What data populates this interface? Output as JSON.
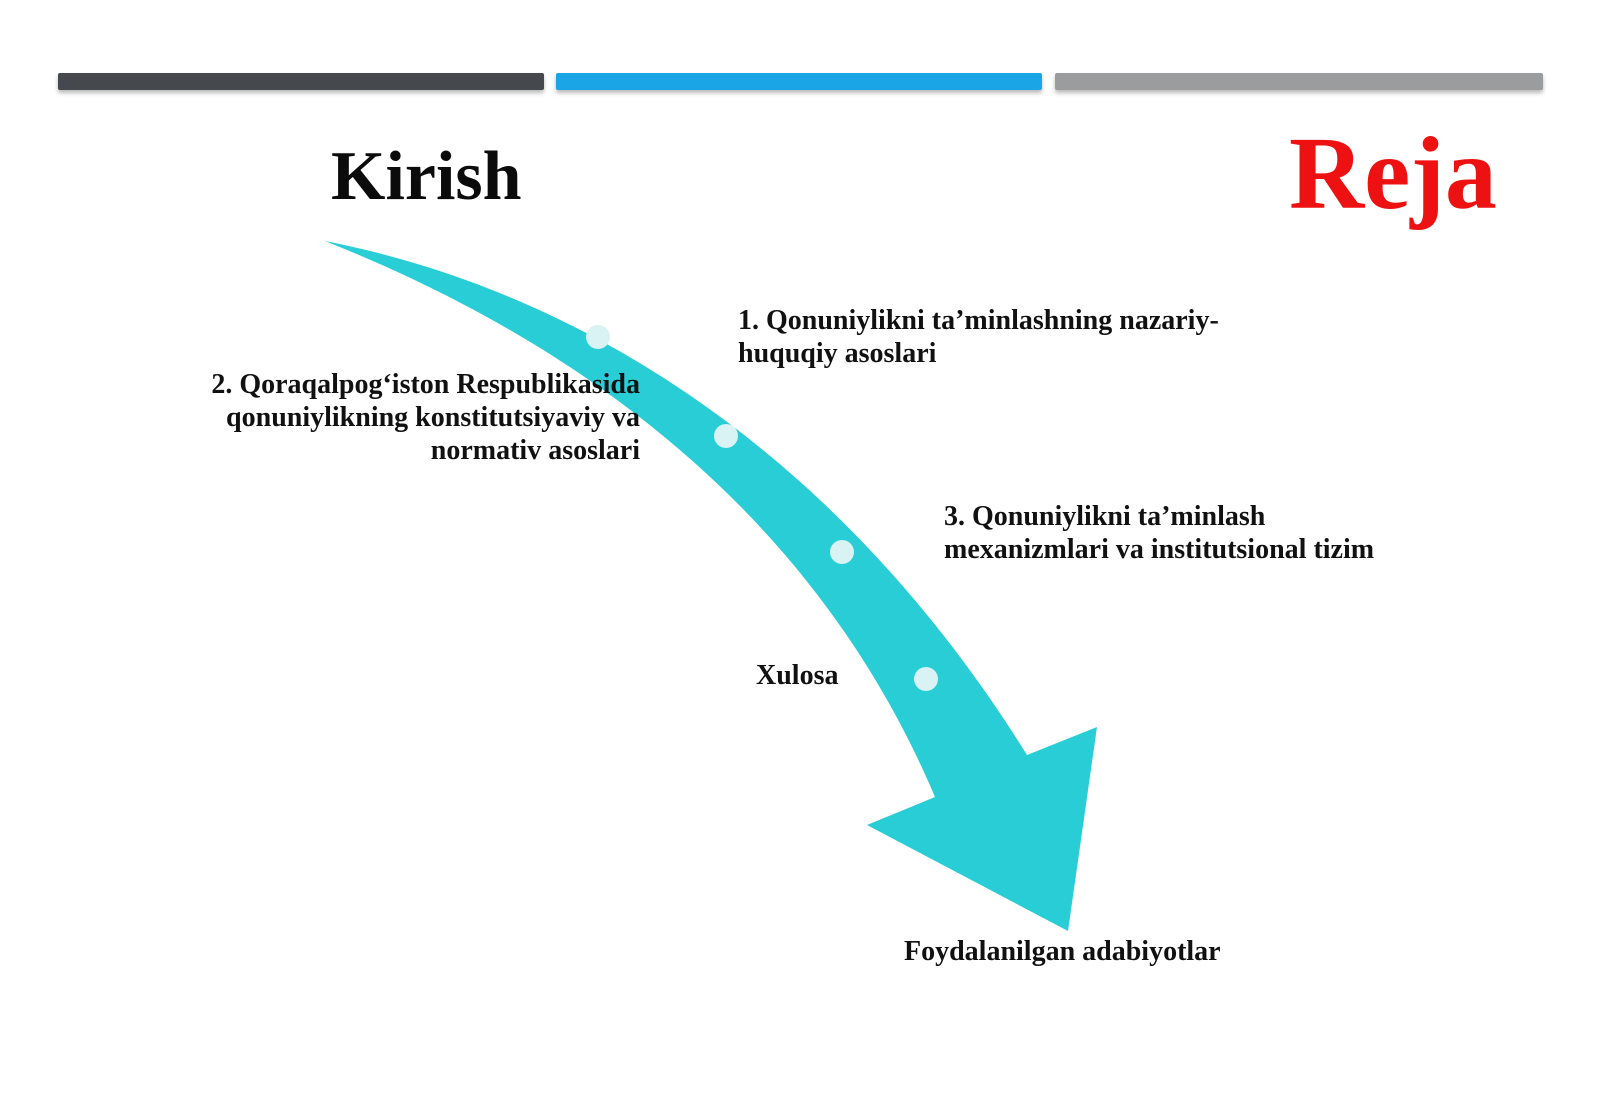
{
  "slide": {
    "heading_left": "Kirish",
    "heading_right": "Reja",
    "plan_items": [
      "1. Qonuniylikni ta’minlashning nazariy-huquqiy asoslari",
      "2. Qoraqalpog‘iston Respublikasida qonuniylikning konstitutsiyaviy va normativ asoslari",
      "3. Qonuniylikni ta’minlash mexanizmlari va institutsional tizim",
      "Xulosa",
      "Foydalanilgan adabiyotlar"
    ]
  },
  "colors": {
    "arrow": "#29cdd6",
    "dot": "#d9f3f5",
    "heading_right": "#ee1111",
    "bar_dark": "#45494d",
    "bar_blue": "#1aa6e6",
    "bar_grey": "#9a9c9e"
  }
}
